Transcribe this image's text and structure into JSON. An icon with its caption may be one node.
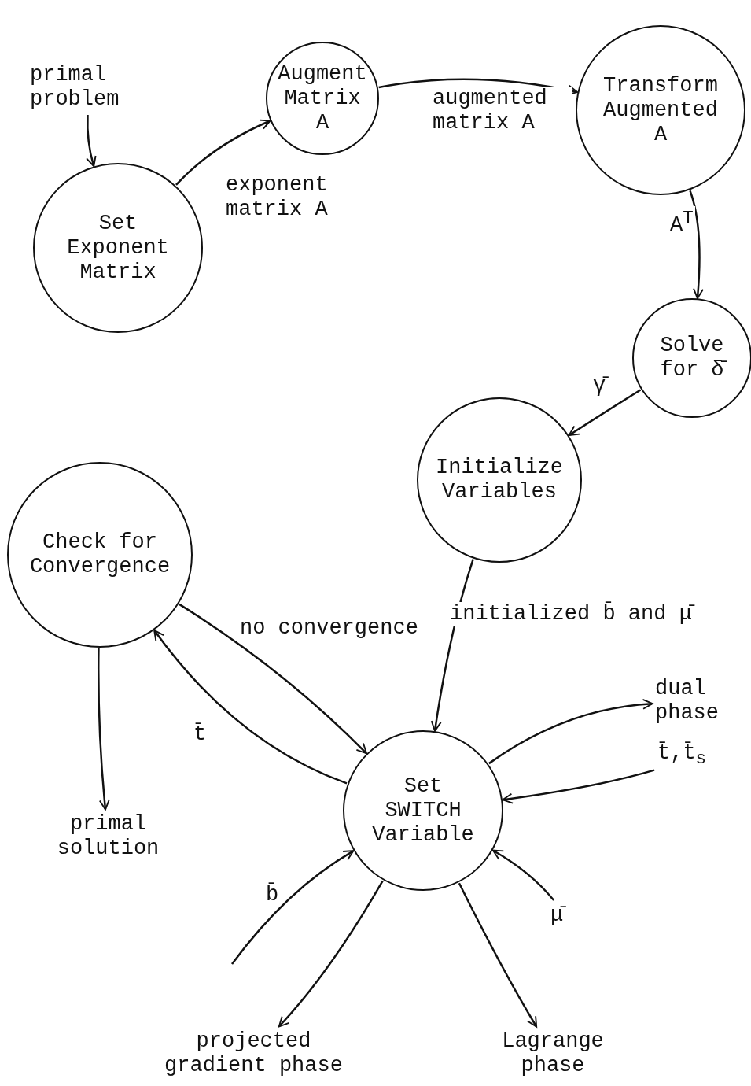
{
  "diagram": {
    "nodes": [
      {
        "text": [
          "Set Exponent Matrix"
        ]
      },
      {
        "text": [
          "Augment Matrix A"
        ]
      },
      {
        "text": [
          "Transform Augmented A"
        ]
      },
      {
        "text": [
          "Solve for δ̄"
        ]
      },
      {
        "text": [
          "Initialize Variables"
        ]
      },
      {
        "text": [
          "Check for Convergence"
        ]
      },
      {
        "text": [
          "Set SWITCH Variable"
        ]
      },
      {
        "text": [
          "primal problem"
        ]
      },
      {
        "text": [
          "primal solution"
        ]
      },
      {
        "text": [
          "dual phase"
        ]
      },
      {
        "text": [
          "t̄,t̄$_{s}$"
        ]
      },
      {
        "text": [
          "μ̄"
        ]
      },
      {
        "text": [
          "projected gradient phase"
        ]
      },
      {
        "text": [
          "Lagrange phase"
        ]
      }
    ],
    "edges": [
      {
        "from": 7,
        "to": 0,
        "arrow": "to"
      },
      {
        "from": 0,
        "to": 1,
        "arrow": "to",
        "label": "exponent matrix A"
      },
      {
        "from": 1,
        "to": 2,
        "arrow": "to",
        "label": "augmented matrix A"
      },
      {
        "from": 2,
        "to": 3,
        "arrow": "to",
        "label": "A$^{T}$"
      },
      {
        "from": 3,
        "to": 4,
        "arrow": "to",
        "label": "γ̄"
      },
      {
        "from": 4,
        "to": 6,
        "arrow": "to",
        "label": "initialized b̄ and μ̄"
      },
      {
        "from": 5,
        "to": 6,
        "arrow": "to",
        "label": "no convergence"
      },
      {
        "from": 6,
        "to": 5,
        "arrow": "to",
        "label": "t̄"
      },
      {
        "from": 5,
        "to": 8,
        "arrow": "to"
      },
      {
        "from": 6,
        "to": 9,
        "arrow": "to"
      },
      {
        "from": 10,
        "to": 6,
        "arrow": "to"
      },
      {
        "from": 11,
        "to": 6,
        "arrow": "to"
      },
      {
        "from": null,
        "to": 6,
        "arrow": "to",
        "label": "b̄"
      },
      {
        "from": 6,
        "to": 12,
        "arrow": "to"
      },
      {
        "from": 6,
        "to": 13,
        "arrow": "to"
      }
    ]
  }
}
